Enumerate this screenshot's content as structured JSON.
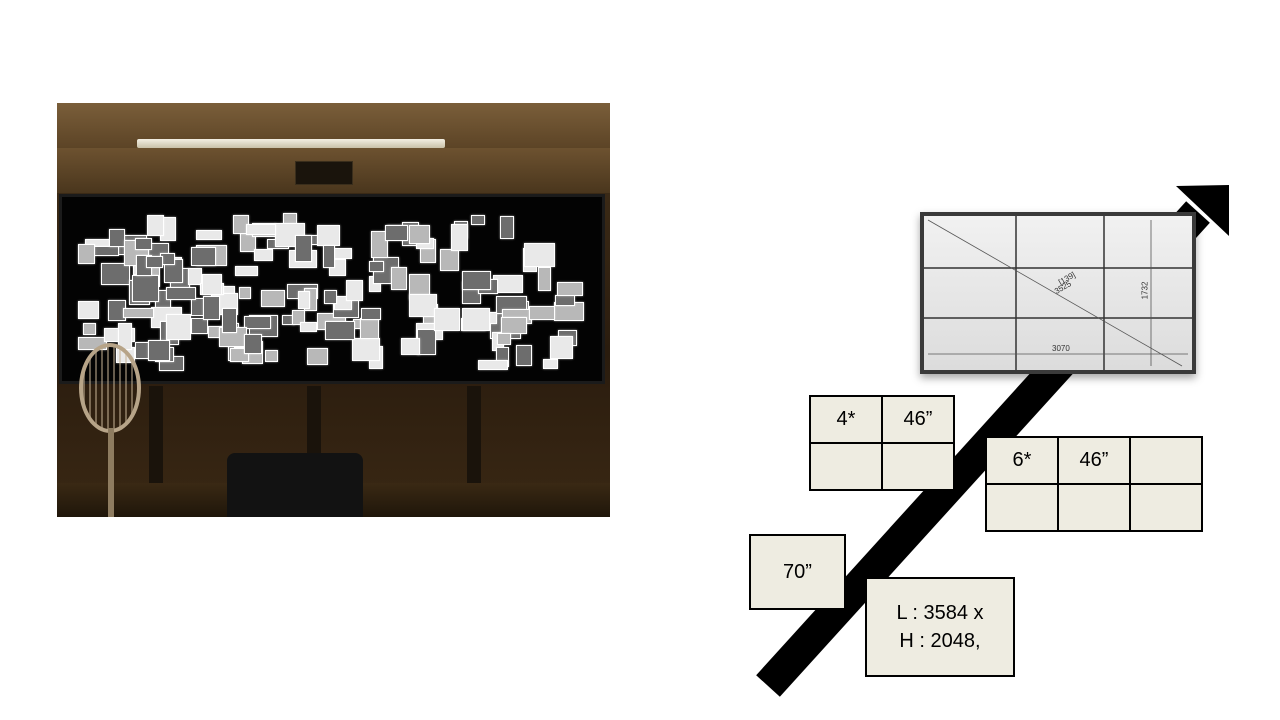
{
  "photo": {
    "alt": "Video wall displaying a collage of black and white photographs"
  },
  "monitor": {
    "diagonal_label": "[139]",
    "diagonal_value": "3525",
    "height_label": "1732",
    "width_label": "3070"
  },
  "grid_4": {
    "rows": [
      [
        "4*",
        "46”"
      ],
      [
        "",
        ""
      ]
    ]
  },
  "grid_6": {
    "rows": [
      [
        "6*",
        "46”",
        ""
      ],
      [
        "",
        "",
        ""
      ]
    ]
  },
  "box_70": {
    "label": "70”"
  },
  "resolution": {
    "line1": "L : 3584 x",
    "line2": "H : 2048,"
  },
  "colors": {
    "cell_fill": "#eeece1",
    "arrow": "#000000",
    "monitor_frame": "#3a3a3a"
  }
}
